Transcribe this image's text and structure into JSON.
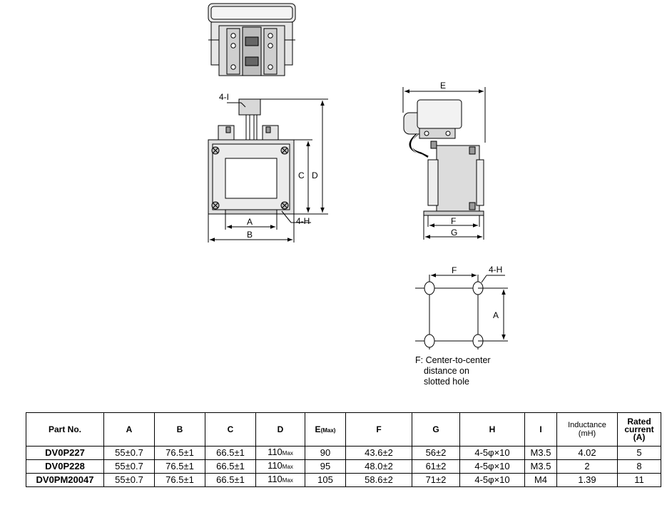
{
  "labels": {
    "four_i": "4-I",
    "A": "A",
    "B": "B",
    "C": "C",
    "D": "D",
    "E": "E",
    "F": "F",
    "G": "G",
    "four_h": "4-H",
    "note_line1": "F: Center-to-center",
    "note_line2": "distance on",
    "note_line3": "slotted hole"
  },
  "table": {
    "headers": {
      "part_no": "Part No.",
      "a": "A",
      "b": "B",
      "c": "C",
      "d": "D",
      "e": "E",
      "e_sub": "(Max)",
      "f": "F",
      "g": "G",
      "h": "H",
      "i": "I",
      "inductance_1": "Inductance",
      "inductance_2": "(mH)",
      "rated_1": "Rated",
      "rated_2": "current",
      "rated_3": "(A)"
    },
    "rows": [
      {
        "part": "DV0P227",
        "a": "55±0.7",
        "b": "76.5±1",
        "c": "66.5±1",
        "d": "110",
        "d_sub": "Max",
        "e": "90",
        "f": "43.6±2",
        "g": "56±2",
        "h": "4-5φ×10",
        "i": "M3.5",
        "ind": "4.02",
        "rated": "5"
      },
      {
        "part": "DV0P228",
        "a": "55±0.7",
        "b": "76.5±1",
        "c": "66.5±1",
        "d": "110",
        "d_sub": "Max",
        "e": "95",
        "f": "48.0±2",
        "g": "61±2",
        "h": "4-5φ×10",
        "i": "M3.5",
        "ind": "2",
        "rated": "8"
      },
      {
        "part": "DV0PM20047",
        "a": "55±0.7",
        "b": "76.5±1",
        "c": "66.5±1",
        "d": "110",
        "d_sub": "Max",
        "e": "105",
        "f": "58.6±2",
        "g": "71±2",
        "h": "4-5φ×10",
        "i": "M4",
        "ind": "1.39",
        "rated": "11"
      }
    ]
  }
}
